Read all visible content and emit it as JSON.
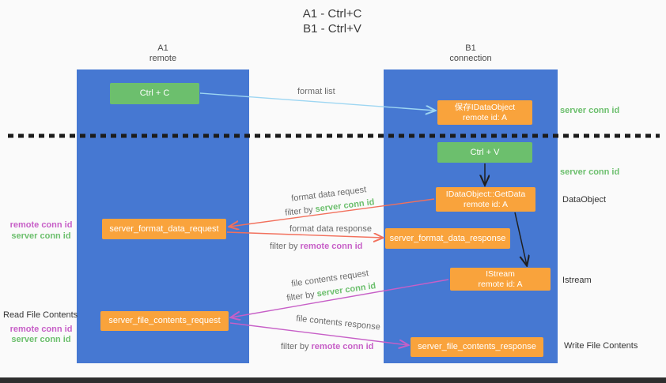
{
  "colors": {
    "background": "#fafafa",
    "lane_blue": "#4678d2",
    "green": "#6cbf6d",
    "orange": "#f9a33c",
    "salmon": "#f2705c",
    "magenta": "#c75fc7",
    "light_blue": "#9dd6f2",
    "black": "#1f1f1f"
  },
  "title": {
    "line1": "A1 - Ctrl+C",
    "line2": "B1 - Ctrl+V"
  },
  "lanes": {
    "left": {
      "name": "A1",
      "subtitle": "remote"
    },
    "right": {
      "name": "B1",
      "subtitle": "connection"
    }
  },
  "nodes": {
    "ctrl_c": "Ctrl + C",
    "ctrl_v": "Ctrl + V",
    "save_dataobject": {
      "line1": "保存IDataObject",
      "line2": "remote id: A"
    },
    "getdata": {
      "line1": "IDataObject::GetData",
      "line2": "remote id: A"
    },
    "istream": {
      "line1": "IStream",
      "line2": "remote id: A"
    },
    "format_request": "server_format_data_request",
    "format_response": "server_format_data_response",
    "file_request": "server_file_contents_request",
    "file_response": "server_file_contents_response"
  },
  "side_labels": {
    "server_conn_id_top": "server conn id",
    "server_conn_id_mid": "server conn id",
    "dataobject": "DataObject",
    "istream": "Istream",
    "write_file": "Write File Contents",
    "read_file": "Read File Contents",
    "left_remote_conn_id_1": "remote conn id",
    "left_server_conn_id_1": "server conn id",
    "left_remote_conn_id_2": "remote conn id",
    "left_server_conn_id_2": "server conn id"
  },
  "arrow_labels": {
    "format_list": "format list",
    "format_data_request": "format data request",
    "format_data_response": "format data response",
    "file_contents_request": "file contents request",
    "file_contents_response": "file contents response",
    "filter_by": "filter by",
    "filter_server_conn_id": "server conn id",
    "filter_remote_conn_id": "remote conn id"
  }
}
